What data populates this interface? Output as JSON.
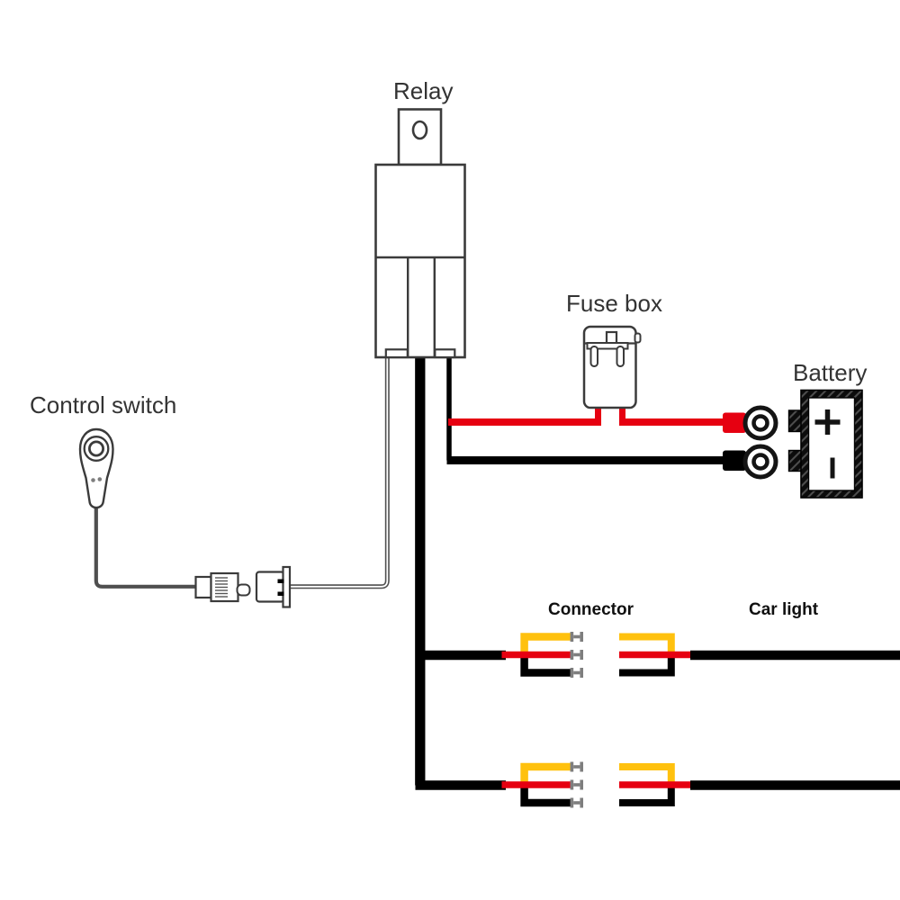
{
  "diagram": {
    "type": "wiring-harness",
    "labels": {
      "relay": "Relay",
      "fuse_box": "Fuse box",
      "battery": "Battery",
      "control_switch": "Control switch",
      "connector": "Connector",
      "car_light": "Car light"
    },
    "battery": {
      "positive_symbol": "+",
      "negative_symbol": "|"
    },
    "colors": {
      "wire-red": "#e60011",
      "wire-yellow": "#ffc10e",
      "wire-black": "#000000",
      "wire-gray": "#4f4f4f",
      "outline": "#3b3b3b",
      "pin-gray": "#7e7e7e",
      "label-color": "#333333"
    },
    "connections": [
      {
        "wire": "red",
        "from": "relay",
        "via": "fuse box",
        "to": "battery positive ring terminal"
      },
      {
        "wire": "black",
        "from": "relay",
        "to": "battery negative ring terminal"
      },
      {
        "wire": "gray",
        "from": "relay",
        "via": "inline connector",
        "to": "control switch"
      },
      {
        "wire": "black",
        "from": "relay",
        "to": "two output connectors"
      },
      {
        "wire": "yellow/red/black",
        "from": "connector 1",
        "to": "car light 1"
      },
      {
        "wire": "yellow/red/black",
        "from": "connector 2",
        "to": "car light 2"
      }
    ]
  }
}
